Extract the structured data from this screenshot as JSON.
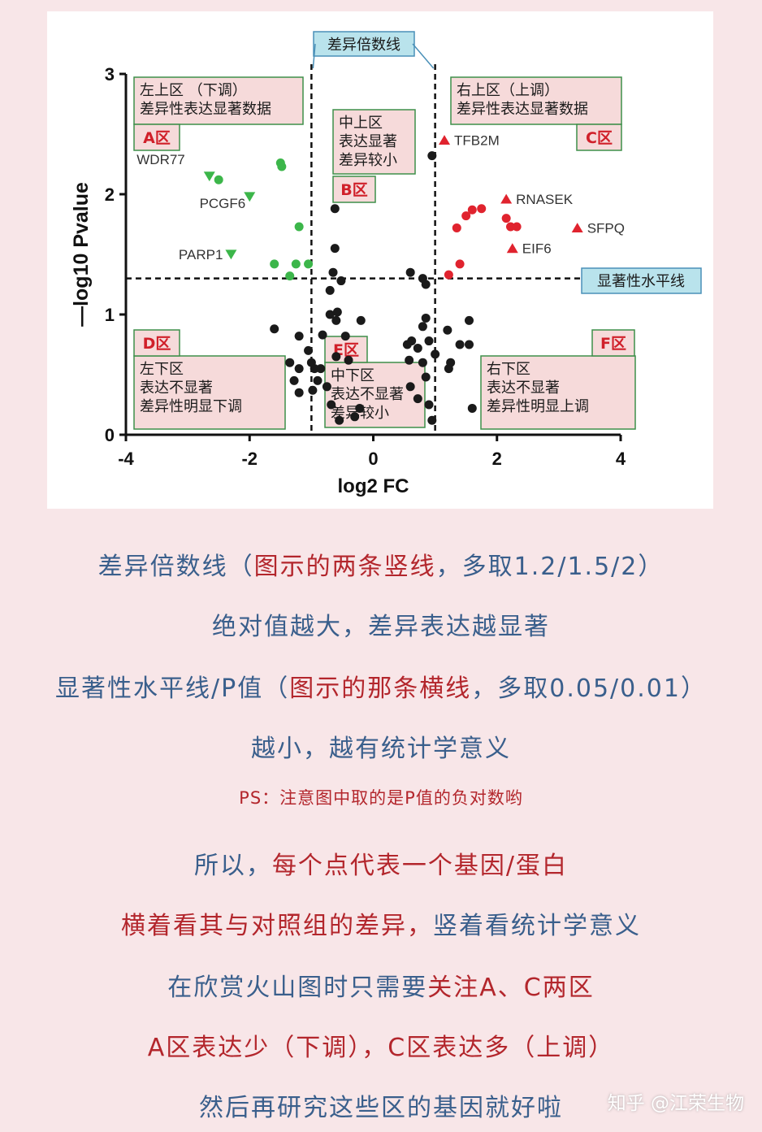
{
  "chart_data": {
    "type": "scatter",
    "xlabel": "log2 FC",
    "ylabel": "—log10 Pvalue",
    "xlim": [
      -4,
      4
    ],
    "ylim": [
      0,
      3
    ],
    "xticks": [
      "-4",
      "-2",
      "0",
      "2",
      "4"
    ],
    "yticks": [
      "0",
      "1",
      "2",
      "3"
    ],
    "fc_lines": [
      -1,
      1
    ],
    "p_line": 1.3,
    "fc_line_label": "差异倍数线",
    "p_line_label": "显著性水平线",
    "groups": {
      "down": {
        "color": "#3cb64a",
        "points": [
          [
            -2.5,
            2.12
          ],
          [
            -1.5,
            2.26
          ],
          [
            -1.48,
            2.23
          ],
          [
            -1.2,
            1.73
          ],
          [
            -1.25,
            1.42
          ],
          [
            -1.05,
            1.42
          ],
          [
            -1.6,
            1.42
          ],
          [
            -1.35,
            1.32
          ]
        ]
      },
      "up": {
        "color": "#e0232e",
        "points": [
          [
            1.35,
            1.72
          ],
          [
            1.5,
            1.82
          ],
          [
            1.6,
            1.87
          ],
          [
            1.75,
            1.88
          ],
          [
            2.15,
            1.8
          ],
          [
            2.22,
            1.73
          ],
          [
            2.32,
            1.73
          ],
          [
            1.4,
            1.42
          ],
          [
            1.22,
            1.33
          ]
        ]
      },
      "ns": {
        "color": "#1a1a1a",
        "points": [
          [
            0.95,
            2.32
          ],
          [
            -0.62,
            1.88
          ],
          [
            -0.62,
            1.55
          ],
          [
            -0.65,
            1.35
          ],
          [
            -0.52,
            1.28
          ],
          [
            -0.7,
            1.2
          ],
          [
            -0.7,
            1.0
          ],
          [
            -0.58,
            1.02
          ],
          [
            -0.82,
            0.83
          ],
          [
            -0.6,
            0.95
          ],
          [
            -0.2,
            0.95
          ],
          [
            -0.45,
            0.82
          ],
          [
            -0.4,
            0.62
          ],
          [
            -1.6,
            0.88
          ],
          [
            -1.2,
            0.82
          ],
          [
            -1.35,
            0.6
          ],
          [
            -1.2,
            0.55
          ],
          [
            -1.28,
            0.45
          ],
          [
            -1.05,
            0.7
          ],
          [
            -1.0,
            0.6
          ],
          [
            -0.95,
            0.55
          ],
          [
            -0.85,
            0.55
          ],
          [
            -0.9,
            0.45
          ],
          [
            -0.98,
            0.37
          ],
          [
            -0.75,
            0.4
          ],
          [
            -0.6,
            0.65
          ],
          [
            -1.2,
            0.35
          ],
          [
            -0.68,
            0.25
          ],
          [
            -0.55,
            0.12
          ],
          [
            -0.22,
            0.22
          ],
          [
            -0.3,
            0.15
          ],
          [
            0.6,
            1.35
          ],
          [
            0.8,
            1.3
          ],
          [
            0.85,
            1.25
          ],
          [
            0.85,
            0.97
          ],
          [
            0.8,
            0.9
          ],
          [
            0.9,
            0.78
          ],
          [
            0.55,
            0.75
          ],
          [
            0.62,
            0.78
          ],
          [
            0.72,
            0.72
          ],
          [
            0.58,
            0.62
          ],
          [
            0.8,
            0.6
          ],
          [
            0.85,
            0.48
          ],
          [
            0.6,
            0.4
          ],
          [
            0.72,
            0.3
          ],
          [
            0.9,
            0.25
          ],
          [
            0.95,
            0.12
          ],
          [
            1.0,
            0.67
          ],
          [
            1.2,
            0.87
          ],
          [
            1.25,
            0.6
          ],
          [
            1.4,
            0.75
          ],
          [
            1.22,
            0.55
          ],
          [
            1.55,
            0.95
          ],
          [
            1.55,
            0.75
          ],
          [
            1.6,
            0.22
          ]
        ]
      }
    },
    "labeled": [
      {
        "name": "WDR77",
        "x": -2.65,
        "y": 2.15,
        "color": "#3cb64a",
        "shape": "tri-down"
      },
      {
        "name": "PCGF6",
        "x": -2.0,
        "y": 1.98,
        "color": "#3cb64a",
        "shape": "tri-down"
      },
      {
        "name": "PARP1",
        "x": -2.3,
        "y": 1.5,
        "color": "#3cb64a",
        "shape": "tri-down"
      },
      {
        "name": "TFB2M",
        "x": 1.15,
        "y": 2.45,
        "color": "#e0232e",
        "shape": "tri-up"
      },
      {
        "name": "RNASEK",
        "x": 2.15,
        "y": 1.96,
        "color": "#e0232e",
        "shape": "tri-up"
      },
      {
        "name": "SFPQ",
        "x": 3.3,
        "y": 1.72,
        "color": "#e0232e",
        "shape": "tri-up"
      },
      {
        "name": "EIF6",
        "x": 2.25,
        "y": 1.55,
        "color": "#e0232e",
        "shape": "tri-up"
      }
    ],
    "zones": [
      {
        "id": "A",
        "tag": "A区",
        "lines": [
          "左上区 （下调）",
          "差异性表达显著数据"
        ]
      },
      {
        "id": "B",
        "tag": "B区",
        "lines": [
          "中上区",
          "表达显著",
          "差异较小"
        ]
      },
      {
        "id": "C",
        "tag": "C区",
        "lines": [
          "右上区（上调）",
          "差异性表达显著数据"
        ]
      },
      {
        "id": "D",
        "tag": "D区",
        "lines": [
          "左下区",
          "表达不显著",
          "差异性明显下调"
        ]
      },
      {
        "id": "E",
        "tag": "E区",
        "lines": [
          "中下区",
          "表达不显著",
          "差异较小"
        ]
      },
      {
        "id": "F",
        "tag": "F区",
        "lines": [
          "右下区",
          "表达不显著",
          "差异性明显上调"
        ]
      }
    ]
  },
  "captions": {
    "l1a": "差异倍数线（",
    "l1b": "图示的两条竖线",
    "l1c": "，多取1.2/1.5/2）",
    "l2": "绝对值越大，差异表达越显著",
    "l3a": "显著性水平线/P值（",
    "l3b": "图示的那条横线",
    "l3c": "，多取0.05/0.01）",
    "l4": "越小，越有统计学意义",
    "ps": "PS：注意图中取的是P值的负对数哟",
    "l5a": "所以，",
    "l5b": "每个点代表一个基因/蛋白",
    "l6a": "横着看其与对照组的差异，",
    "l6b": "竖着看统计学意义",
    "l7a": "在欣赏火山图时只需要",
    "l7b": "关注A、C两区",
    "l8": "A区表达少（下调），C区表达多（上调）",
    "l9": "然后再研究这些区的基因就好啦"
  },
  "watermark": "知乎 @江荣生物",
  "colors": {
    "zone_box_fill": "#f6dada",
    "zone_box_border": "#3f8f4a",
    "note_fill": "#b9e3ec",
    "tag_text": "#d0202a"
  }
}
